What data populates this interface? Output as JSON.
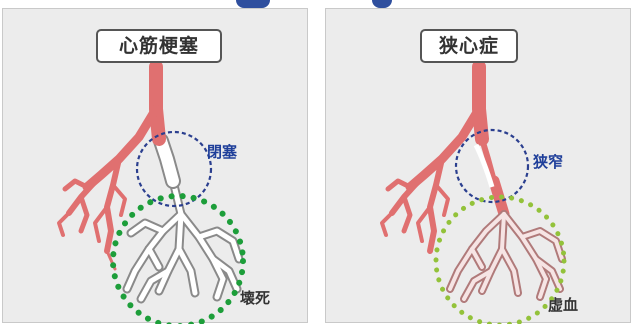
{
  "colors": {
    "artery_red": "#e07070",
    "vessel_outline": "#8a8a8a",
    "blue_dashed_circle": "#2b3f8f",
    "green_dotted_circle_infarction": "#1d9e3a",
    "green_dotted_circle_angina": "#93c23a",
    "panel_background": "#ececec"
  },
  "panels": [
    {
      "title": "心筋梗塞",
      "circle_label": "閉塞",
      "area_label": "壊死"
    },
    {
      "title": "狭心症",
      "circle_label": "狭窄",
      "area_label": "虚血"
    }
  ]
}
